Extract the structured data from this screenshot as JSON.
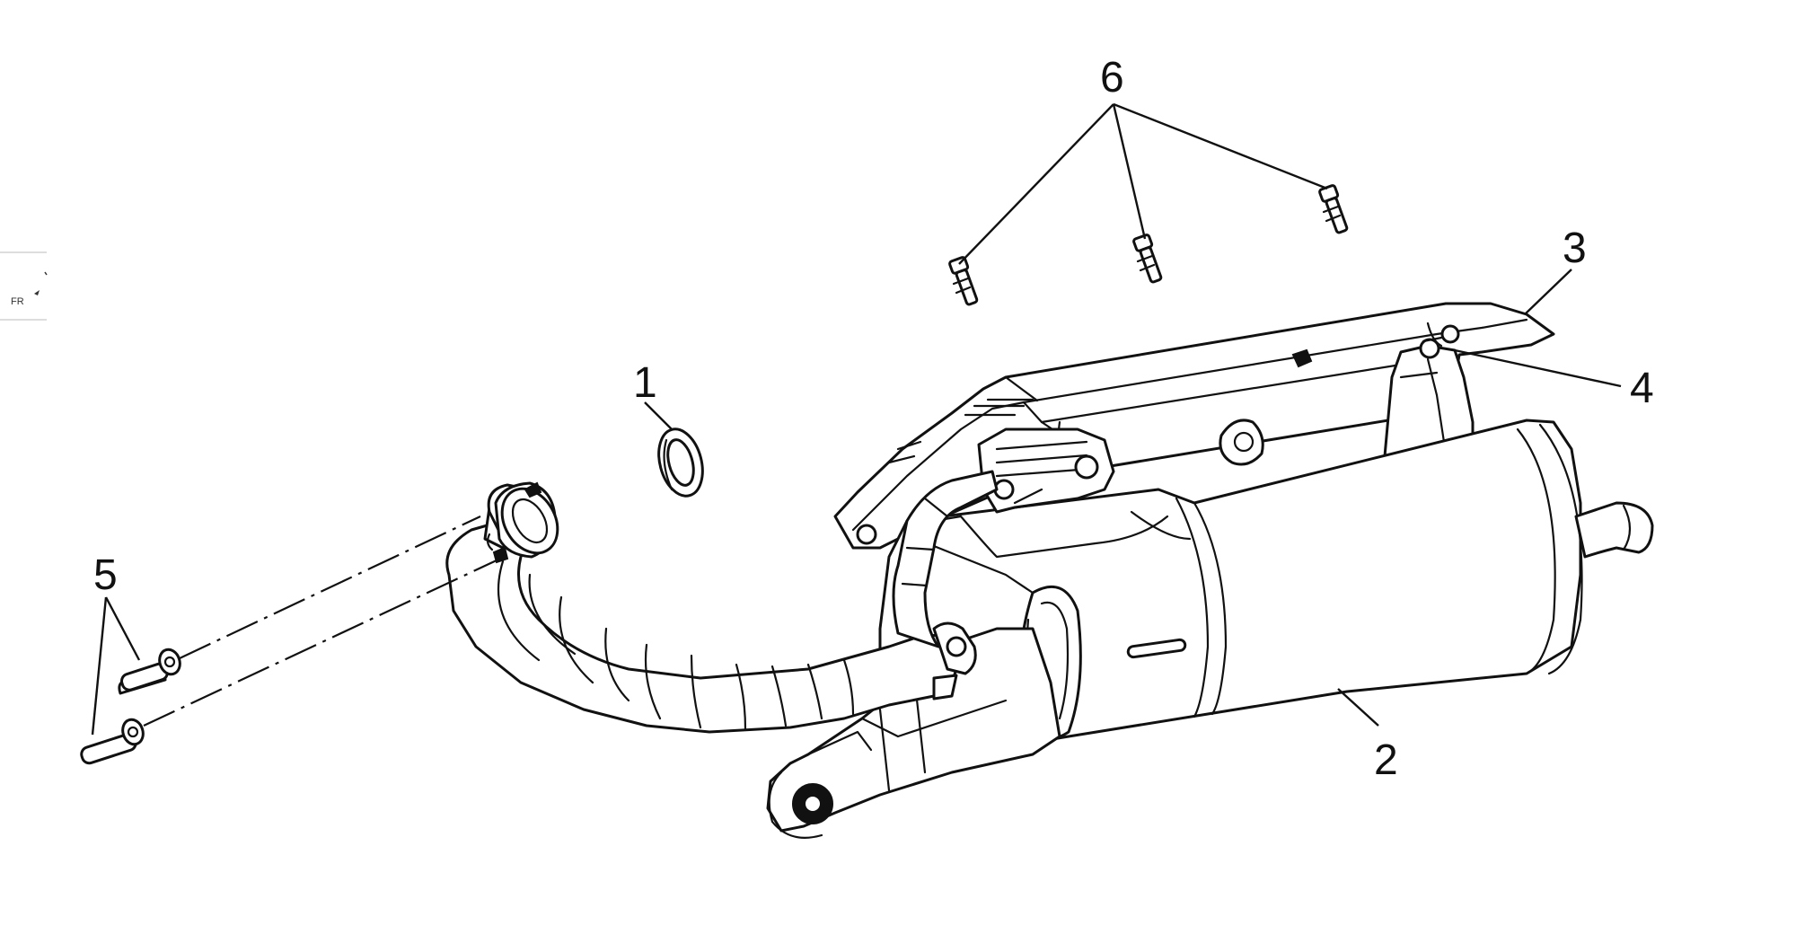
{
  "orientation_label": "FR",
  "callouts": [
    {
      "number": "1",
      "part": "gasket"
    },
    {
      "number": "2",
      "part": "muffler"
    },
    {
      "number": "3",
      "part": "heat-shield"
    },
    {
      "number": "4",
      "part": "mounting-bracket"
    },
    {
      "number": "5",
      "part": "stud-bolt"
    },
    {
      "number": "6",
      "part": "shield-bolt"
    }
  ]
}
